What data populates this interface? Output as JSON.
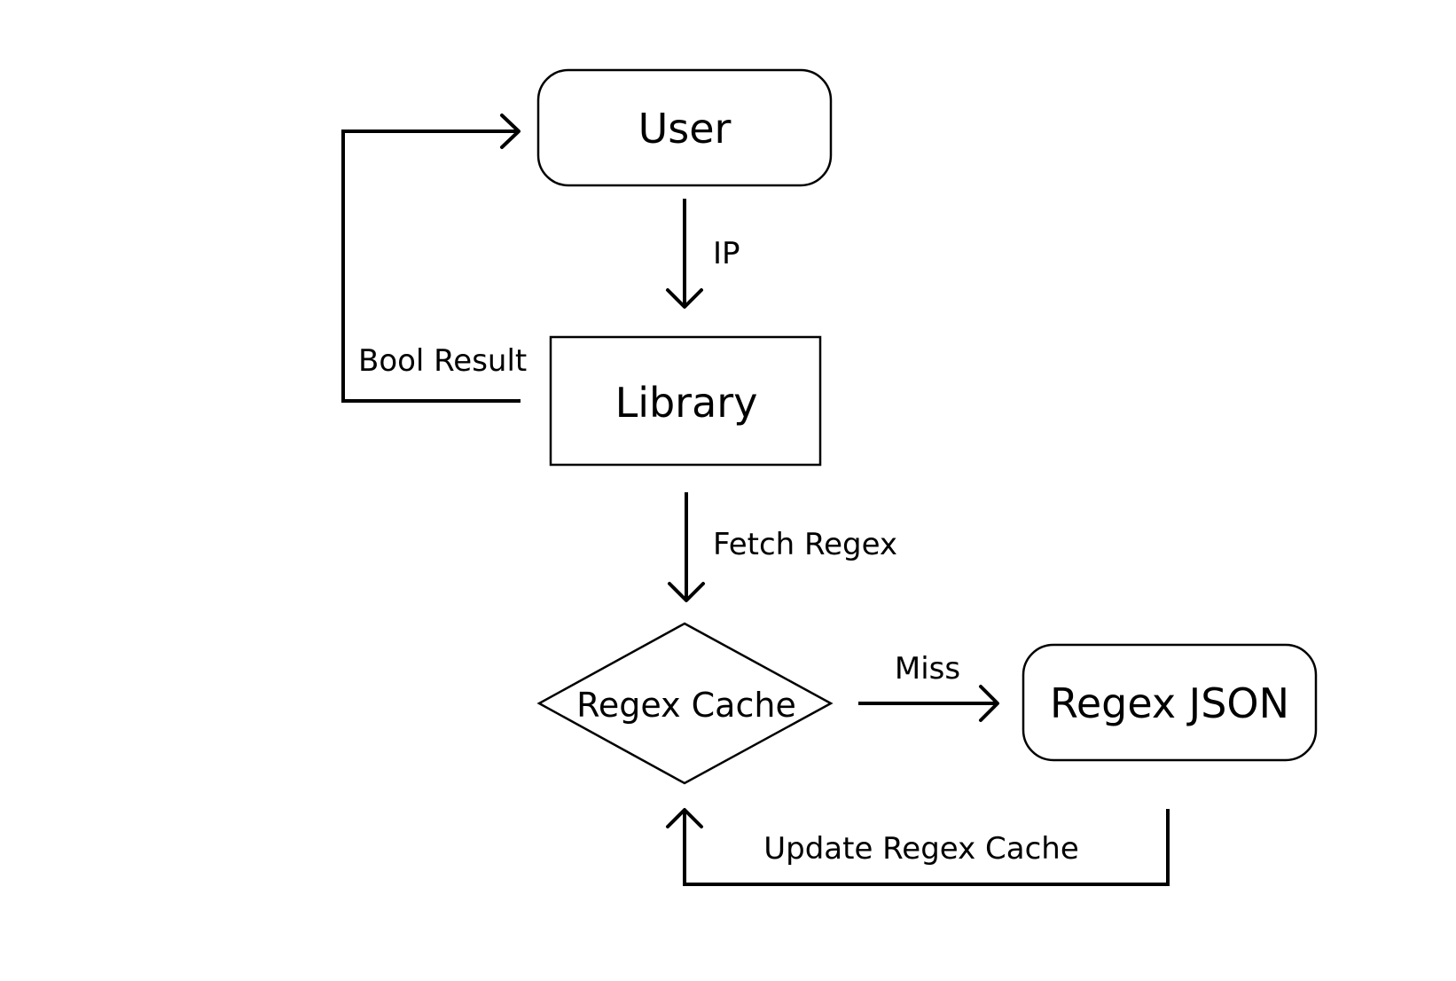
{
  "diagram": {
    "nodes": {
      "user": {
        "label": "User"
      },
      "library": {
        "label": "Library"
      },
      "regex_cache": {
        "label": "Regex Cache"
      },
      "regex_json": {
        "label": "Regex JSON"
      }
    },
    "edges": {
      "ip": {
        "label": "IP"
      },
      "fetch_regex": {
        "label": "Fetch Regex"
      },
      "miss": {
        "label": "Miss"
      },
      "update_regex_cache": {
        "label": "Update Regex Cache"
      },
      "bool_result": {
        "label": "Bool Result"
      }
    },
    "colors": {
      "stroke": "#000000",
      "fill": "#ffffff",
      "background": "#ffffff"
    }
  }
}
